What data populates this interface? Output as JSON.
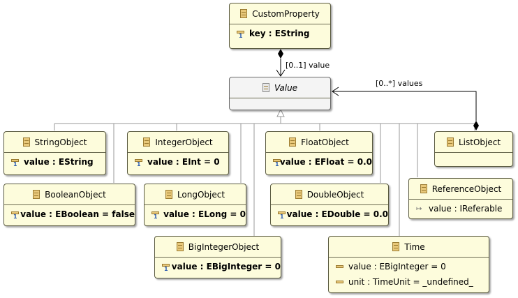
{
  "classes": {
    "customProperty": {
      "name": "CustomProperty",
      "attr": "key : EString"
    },
    "value": {
      "name": "Value"
    },
    "stringObject": {
      "name": "StringObject",
      "attr": "value : EString"
    },
    "integerObject": {
      "name": "IntegerObject",
      "attr": "value : EInt = 0"
    },
    "floatObject": {
      "name": "FloatObject",
      "attr": "value : EFloat = 0.0"
    },
    "listObject": {
      "name": "ListObject"
    },
    "booleanObject": {
      "name": "BooleanObject",
      "attr": "value : EBoolean = false"
    },
    "longObject": {
      "name": "LongObject",
      "attr": "value : ELong = 0"
    },
    "doubleObject": {
      "name": "DoubleObject",
      "attr": "value : EDouble = 0.0"
    },
    "referenceObject": {
      "name": "ReferenceObject",
      "attr": "value : IReferable"
    },
    "bigIntegerObject": {
      "name": "BigIntegerObject",
      "attr": "value : EBigInteger = 0"
    },
    "time": {
      "name": "Time",
      "attrs": [
        "value : EBigInteger = 0",
        "unit : TimeUnit = _undefined_"
      ]
    }
  },
  "associations": {
    "value_label": "[0..1] value",
    "values_label": "[0..*] values"
  },
  "colors": {
    "class_fill": "#fdfcdc",
    "abstract_fill": "#f4f4f4",
    "line": "#000000",
    "inheritance_line": "#9a9a9a"
  }
}
